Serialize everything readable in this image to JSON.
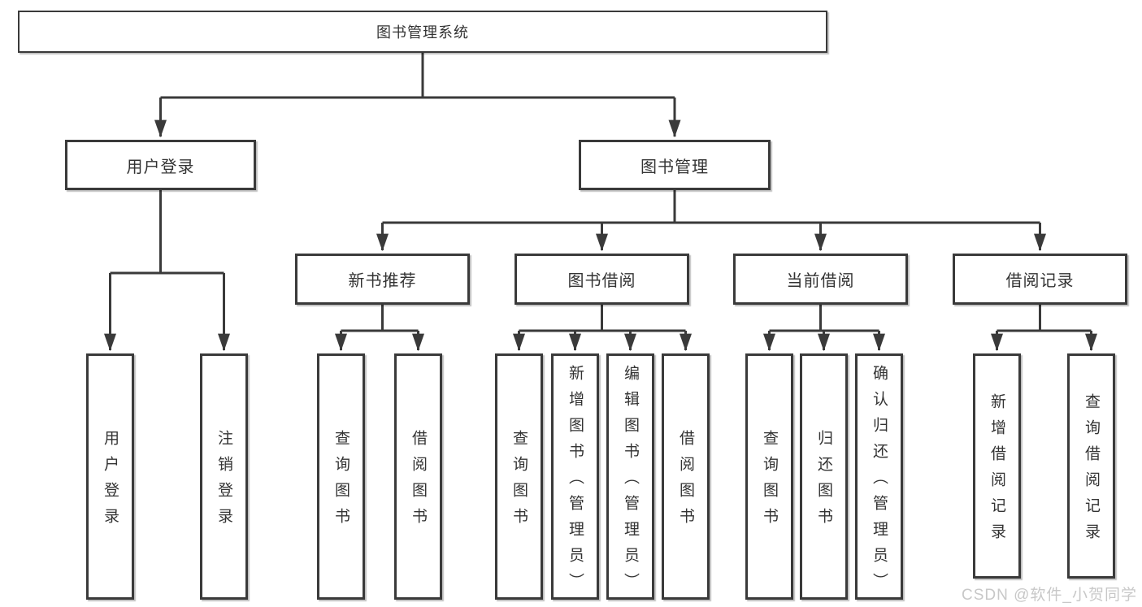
{
  "watermark": "CSDN @软件_小贺同学",
  "colors": {
    "line": "#3a3a3a",
    "box_border": "#3a3a3a",
    "text": "#333333",
    "background": "#ffffff",
    "watermark": "#c8c8c8"
  },
  "tree": {
    "root": "图书管理系统",
    "branches": [
      {
        "label": "用户登录",
        "leaves": [
          "用户登录",
          "注销登录"
        ]
      },
      {
        "label": "图书管理",
        "groups": [
          {
            "label": "新书推荐",
            "leaves": [
              "查询图书",
              "借阅图书"
            ]
          },
          {
            "label": "图书借阅",
            "leaves": [
              "查询图书",
              "新增图书（管理员）",
              "编辑图书（管理员）",
              "借阅图书"
            ]
          },
          {
            "label": "当前借阅",
            "leaves": [
              "查询图书",
              "归还图书",
              "确认归还（管理员）"
            ]
          },
          {
            "label": "借阅记录",
            "leaves": [
              "新增借阅记录",
              "查询借阅记录"
            ]
          }
        ]
      }
    ]
  }
}
